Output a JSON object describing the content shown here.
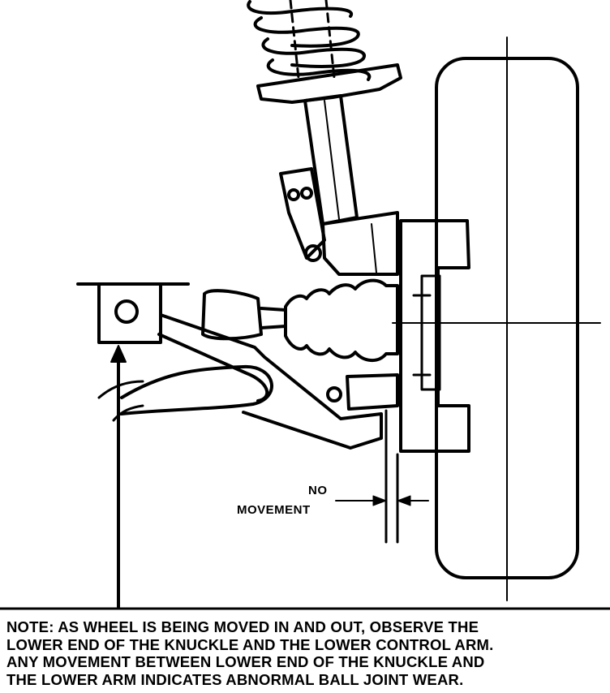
{
  "labels": {
    "no": "NO",
    "movement": "MOVEMENT"
  },
  "note": {
    "lines": [
      "NOTE:  AS WHEEL IS BEING MOVED IN AND OUT, OBSERVE THE",
      "LOWER END OF THE KNUCKLE AND THE LOWER CONTROL ARM.",
      "ANY MOVEMENT BETWEEN LOWER END OF THE KNUCKLE AND",
      "THE LOWER ARM INDICATES ABNORMAL BALL JOINT WEAR."
    ]
  },
  "colors": {
    "ink": "#000000",
    "paper": "#ffffff"
  }
}
